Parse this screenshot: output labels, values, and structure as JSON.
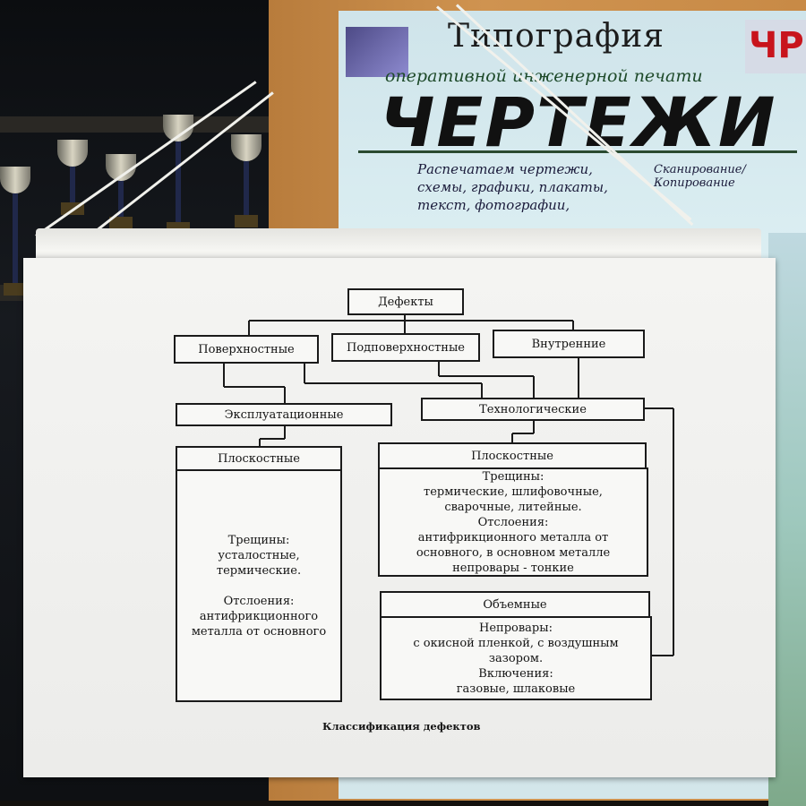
{
  "background": {
    "ad": {
      "title": "Типография",
      "subtitle": "оперативной инженерной печати",
      "main": "ЧЕРТЕЖИ",
      "logo": "ЧР",
      "lines": [
        "Распечатаем чертежи,",
        "схемы, графики, плакаты,",
        "текст, фотографии,"
      ],
      "side_text": "Сканирование/Копирование"
    }
  },
  "diagram": {
    "root": "Дефекты",
    "level1": [
      "Поверхностные",
      "Подповерхностные",
      "Внутренние"
    ],
    "level2": [
      "Эксплуатационные",
      "Технологические"
    ],
    "left_header": "Плоскостные",
    "left_body": {
      "cracks_title": "Трещины:",
      "cracks_1": "усталостные,",
      "cracks_2": "термические.",
      "delam_title": "Отслоения:",
      "delam_1": "антифрикционного",
      "delam_2": "металла от основного"
    },
    "right_flat_header": "Плоскостные",
    "right_flat_body": {
      "cracks_title": "Трещины:",
      "cracks_1": "термические, шлифовочные,",
      "cracks_2": "сварочные, литейные.",
      "delam_title": "Отслоения:",
      "delam_1": "антифрикционного металла от",
      "delam_2": "основного, в основном металле",
      "delam_3": "непровары - тонкие"
    },
    "right_volume_header": "Объемные",
    "right_volume_body": {
      "lack_title": "Непровары:",
      "lack_1": "с окисной пленкой, с воздушным",
      "lack_2": "зазором.",
      "incl_title": "Включения:",
      "incl_1": "газовые, шлаковые"
    },
    "caption": "Классификация дефектов"
  }
}
